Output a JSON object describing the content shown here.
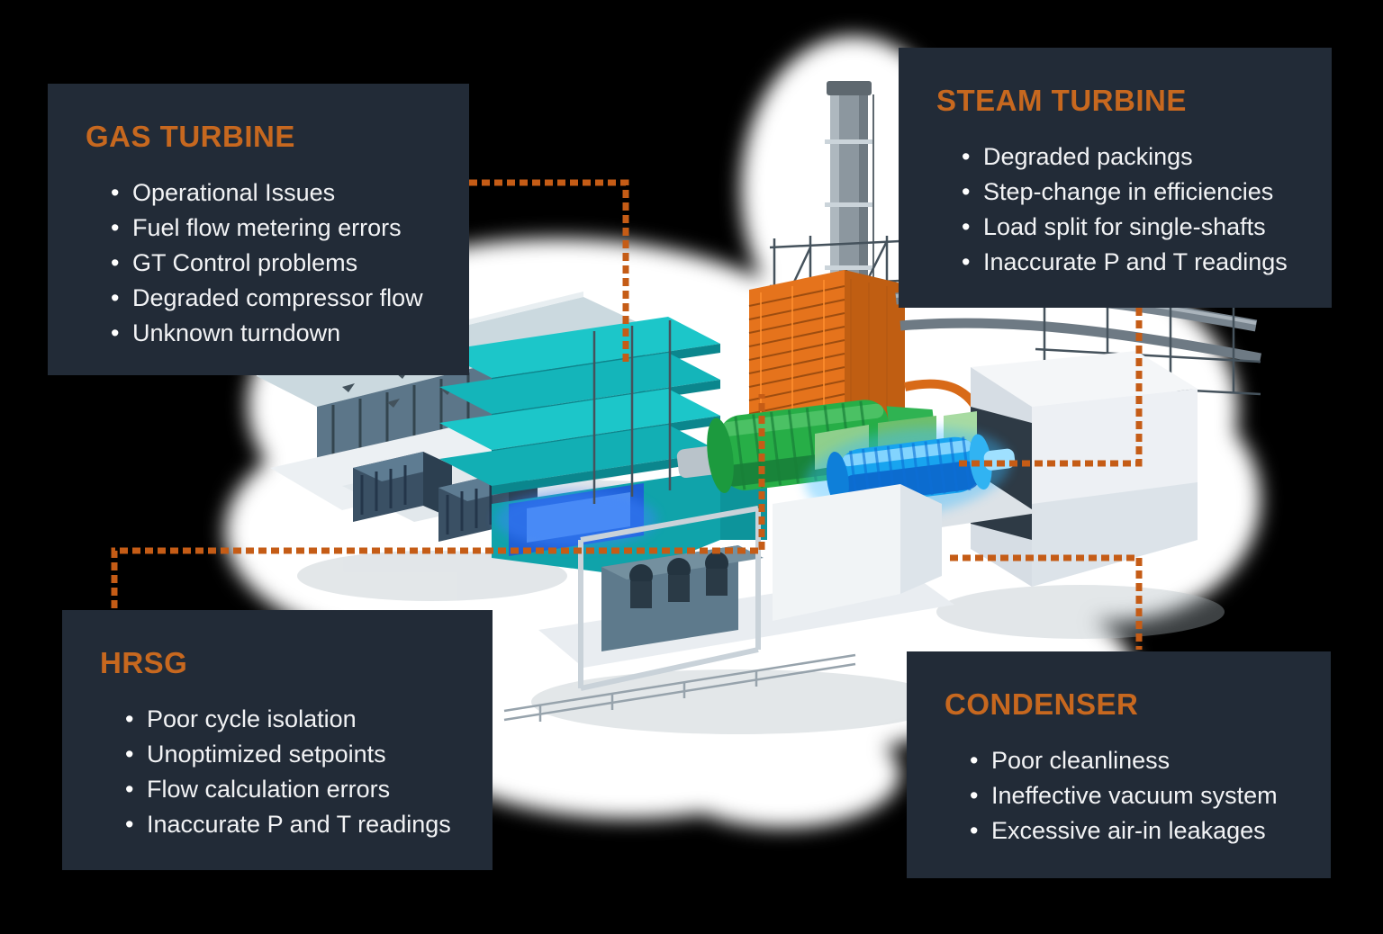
{
  "colors": {
    "background": "#000000",
    "panel_bg": "#222B37",
    "accent_orange": "#C7681F",
    "leader_line": "#C55C16",
    "text": "#F2F3F5"
  },
  "panels": {
    "gas_turbine": {
      "title": "GAS TURBINE",
      "items": [
        "Operational Issues",
        "Fuel flow metering errors",
        "GT Control problems",
        "Degraded compressor flow",
        "Unknown turndown"
      ]
    },
    "steam_turbine": {
      "title": "STEAM TURBINE",
      "items": [
        "Degraded packings",
        "Step-change in efficiencies",
        "Load split for single-shafts",
        "Inaccurate P and T readings"
      ]
    },
    "hrsg": {
      "title": "HRSG",
      "items": [
        "Poor cycle isolation",
        "Unoptimized setpoints",
        "Flow calculation errors",
        "Inaccurate P and T readings"
      ]
    },
    "condenser": {
      "title": "CONDENSER",
      "items": [
        "Poor cleanliness",
        "Ineffective vacuum system",
        "Excessive air-in leakages"
      ]
    }
  }
}
